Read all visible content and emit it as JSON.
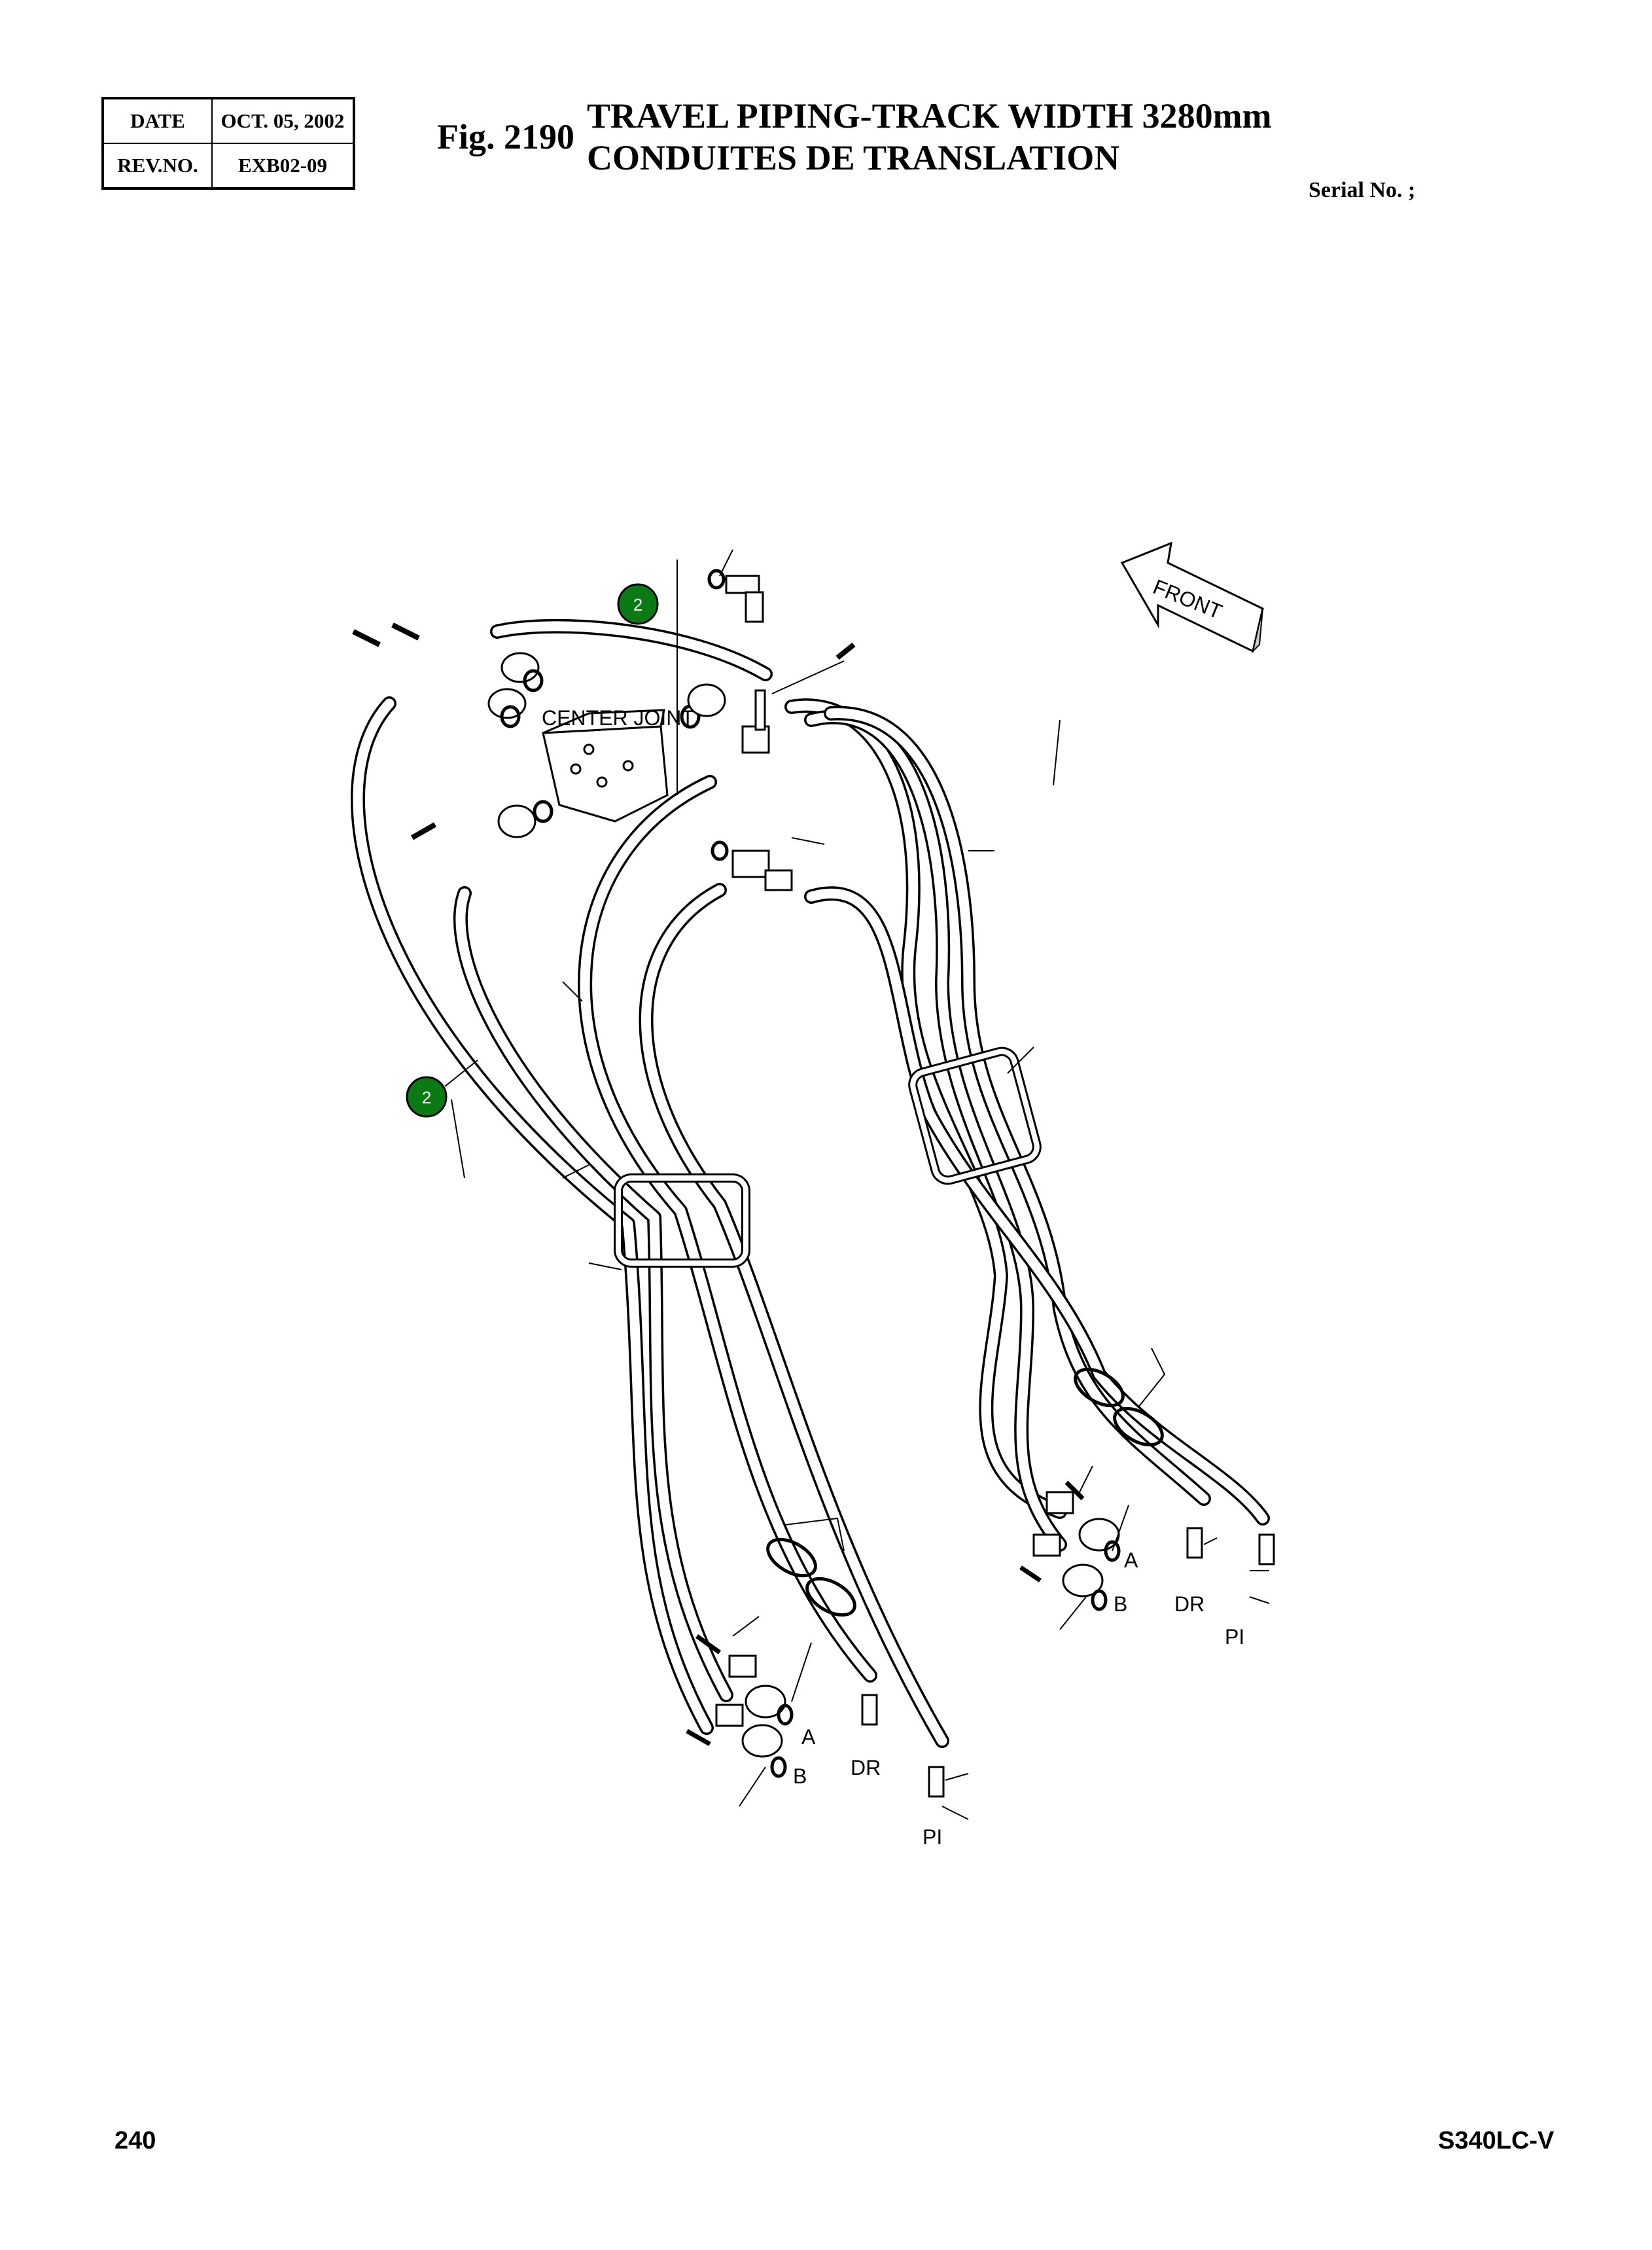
{
  "header": {
    "date_label": "DATE",
    "date_value": "OCT. 05, 2002",
    "rev_label": "REV.NO.",
    "rev_value": "EXB02-09"
  },
  "figure": {
    "label": "Fig. 2190",
    "title_en": "TRAVEL PIPING-TRACK WIDTH 3280mm",
    "title_fr": "CONDUITES DE TRANSLATION",
    "serial": "Serial No. ;"
  },
  "diagram": {
    "center_joint_label": "CENTER JOINT",
    "front_label": "FRONT",
    "callouts": [
      "2",
      "2"
    ],
    "left_ports": {
      "a": "A",
      "b": "B",
      "dr": "DR",
      "pi": "PI"
    },
    "right_ports": {
      "a": "A",
      "b": "B",
      "dr": "DR",
      "pi": "PI"
    },
    "callout_color": "#0a7a12"
  },
  "footer": {
    "page_number": "240",
    "model": "S340LC-V"
  }
}
